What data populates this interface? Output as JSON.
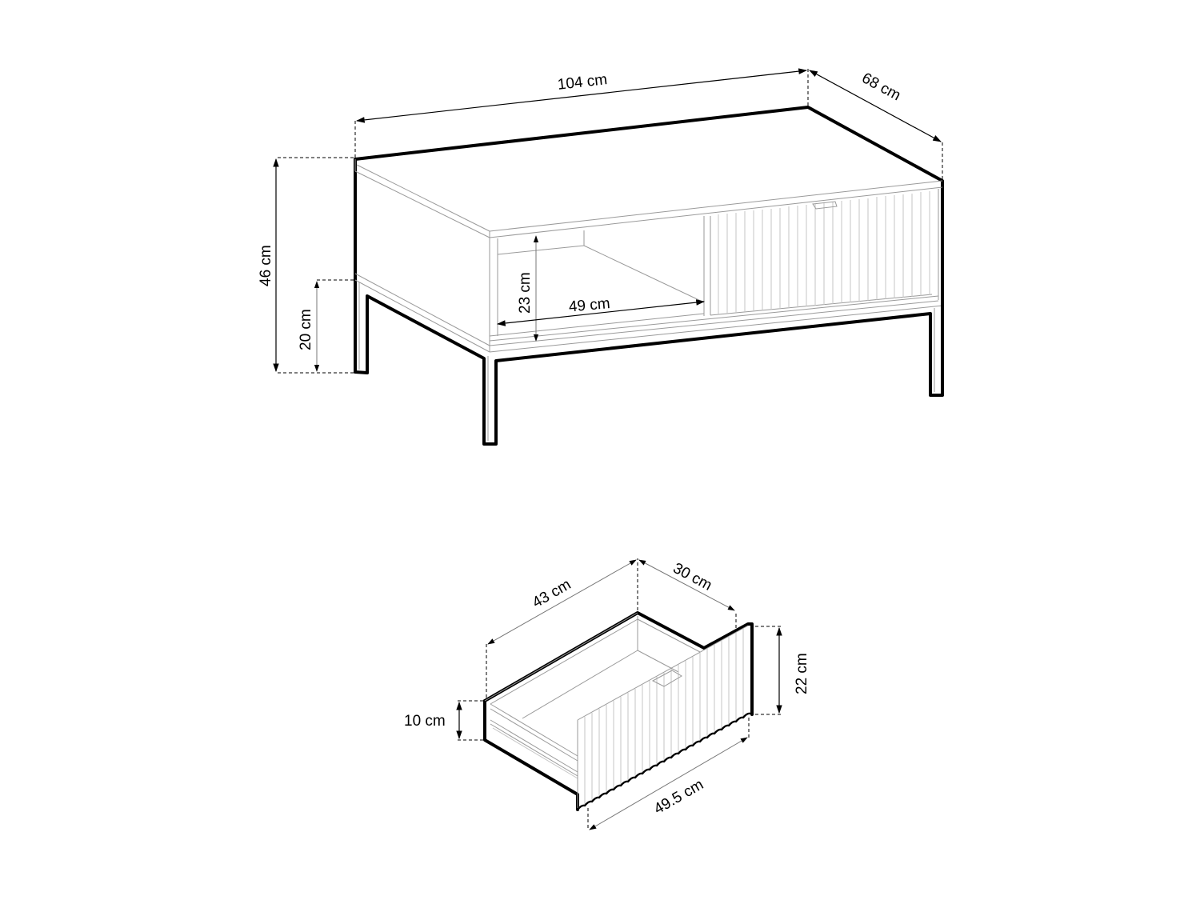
{
  "diagram": {
    "type": "technical-dimension-drawing",
    "background": "#ffffff",
    "line_color": "#000000",
    "table": {
      "name": "Coffee table with drawer and open shelf",
      "dimensions": {
        "width": "104 cm",
        "depth": "68 cm",
        "height": "46 cm",
        "leg_height": "20 cm",
        "shelf_height": "23 cm",
        "shelf_width": "49 cm"
      }
    },
    "drawer": {
      "name": "Drawer (ribbed front)",
      "dimensions": {
        "side_length": "43 cm",
        "inner_width": "30 cm",
        "side_height": "10 cm",
        "front_height": "22 cm",
        "front_width": "49.5 cm"
      }
    }
  }
}
